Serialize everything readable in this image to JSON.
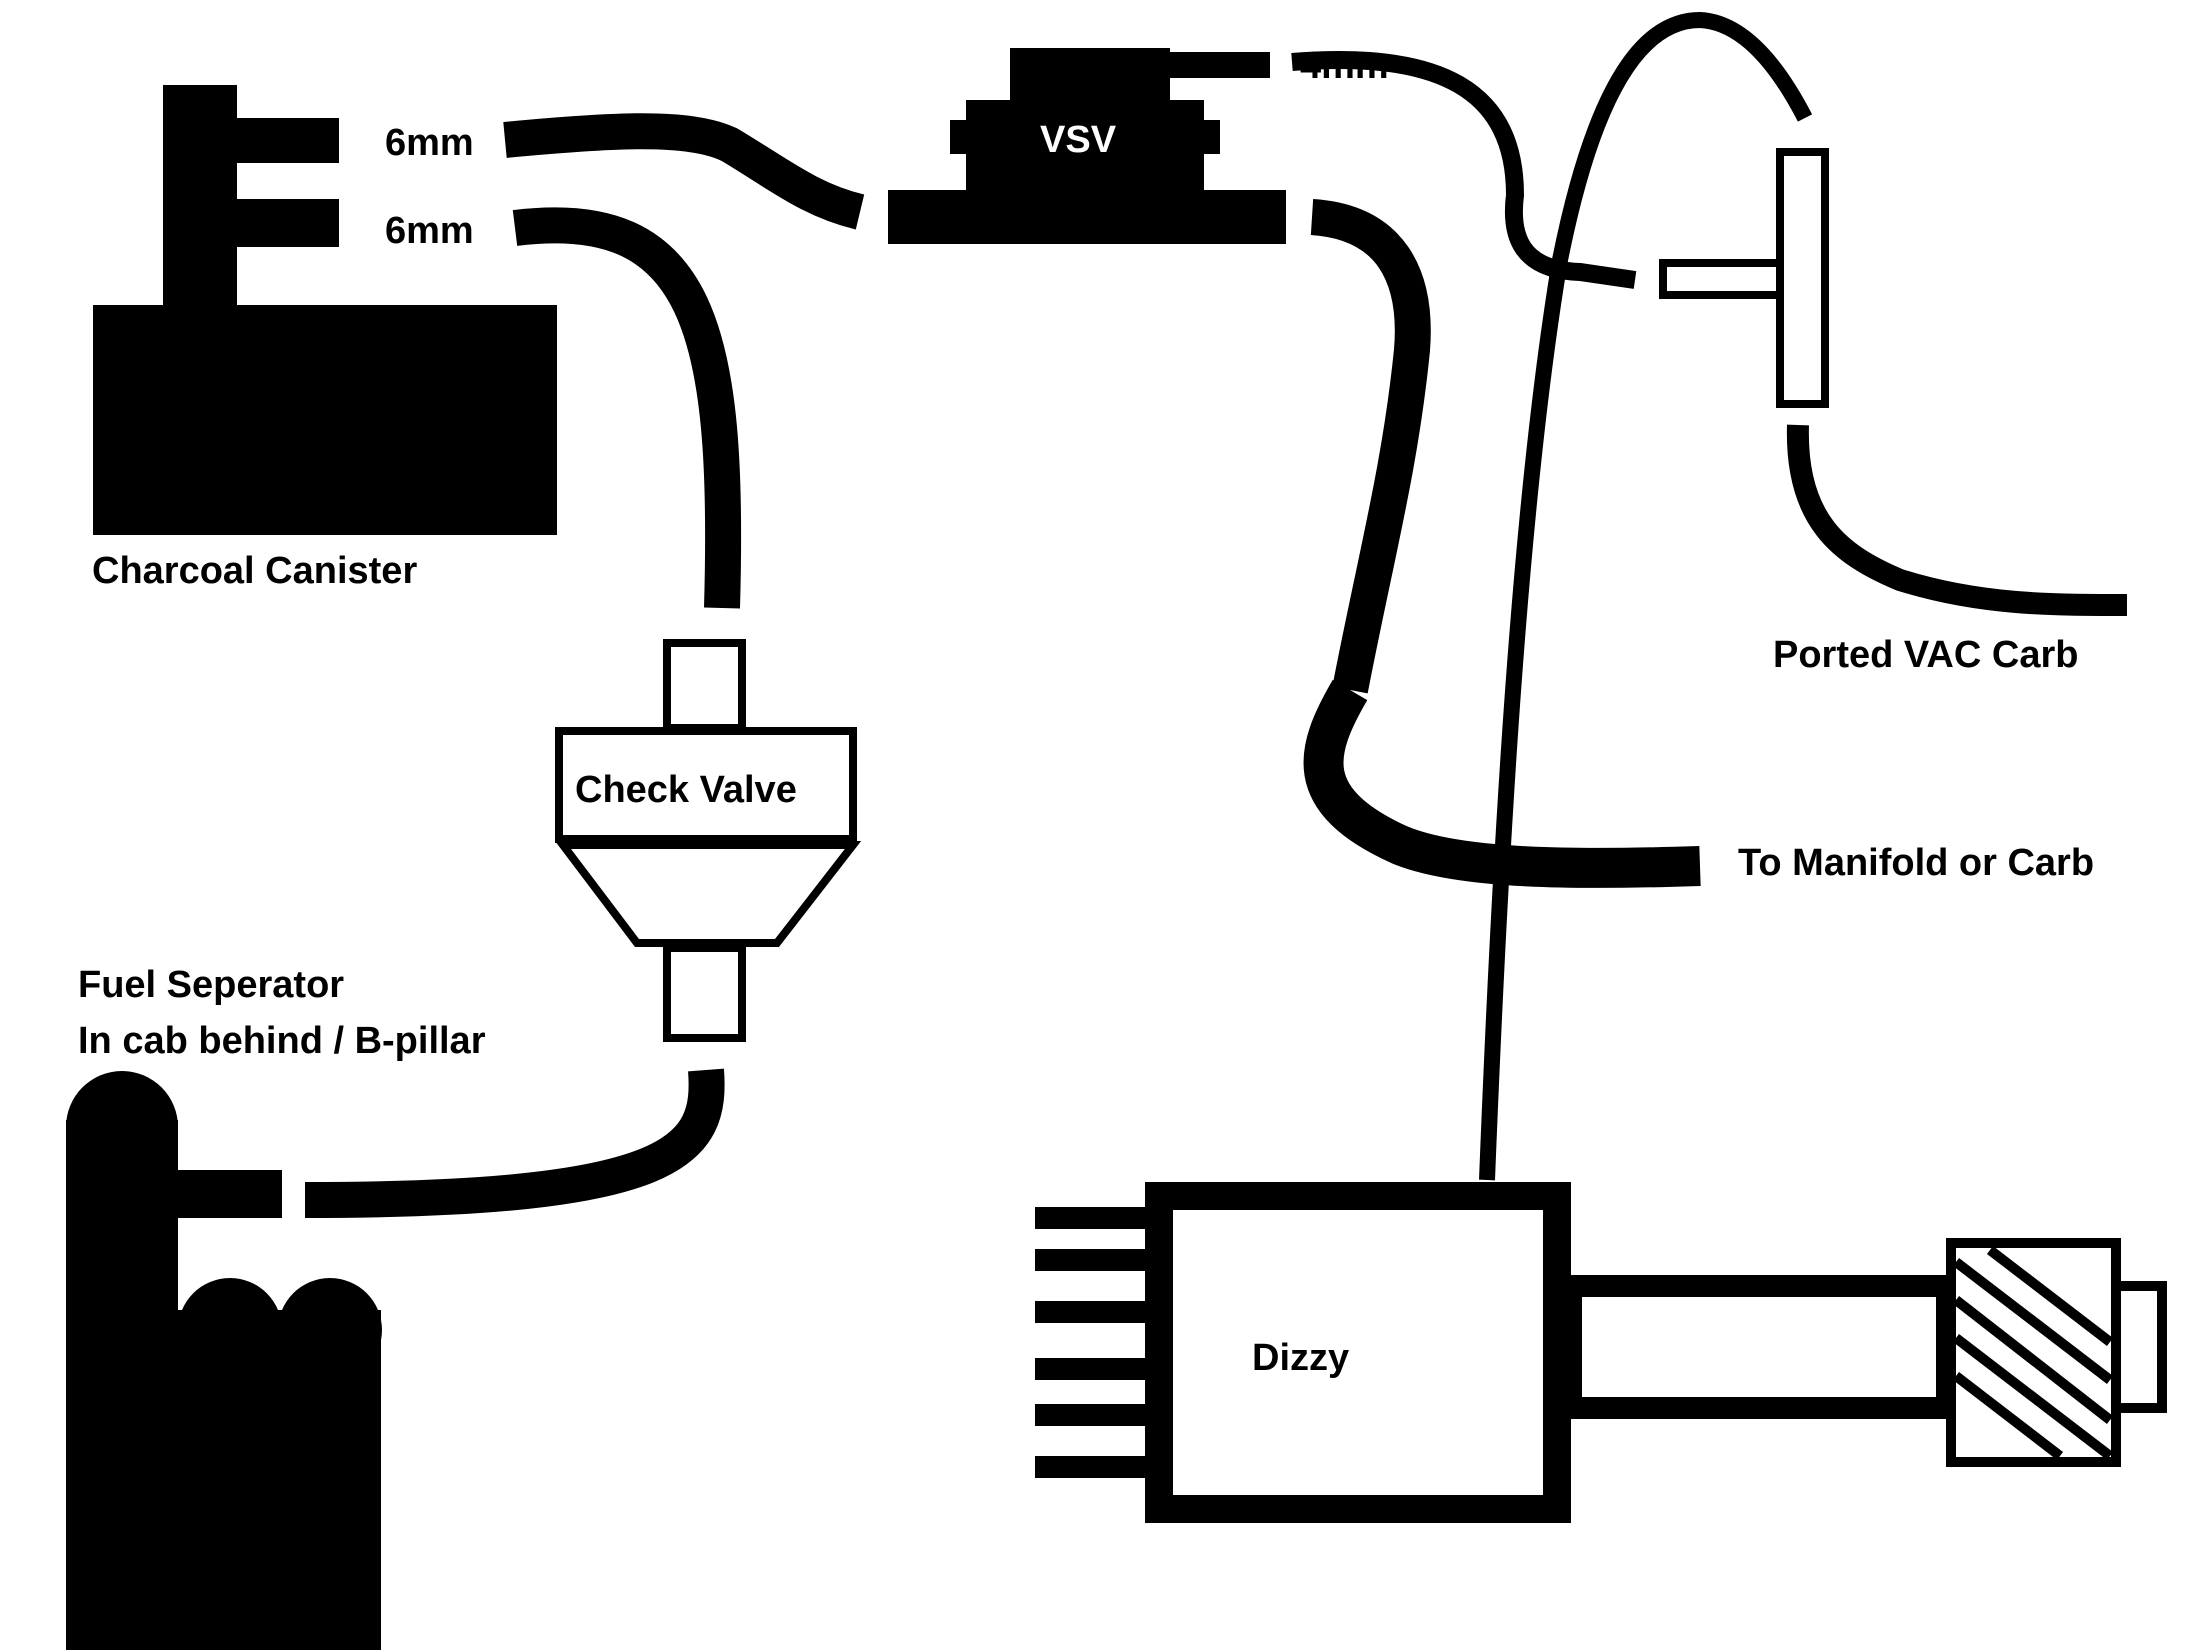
{
  "labels": {
    "six_mm_top": "6mm",
    "six_mm_bottom": "6mm",
    "four_mm": "4mm",
    "vsv": "VSV",
    "charcoal_canister": "Charcoal Canister",
    "check_valve": "Check Valve",
    "fuel_separator_line1": "Fuel Seperator",
    "fuel_separator_line2": "In cab behind / B-pillar",
    "ported_vac_carb": "Ported VAC Carb",
    "to_manifold_or_carb": "To Manifold or Carb",
    "dizzy": "Dizzy"
  },
  "colors": {
    "ink": "#000000",
    "background": "#ffffff"
  }
}
